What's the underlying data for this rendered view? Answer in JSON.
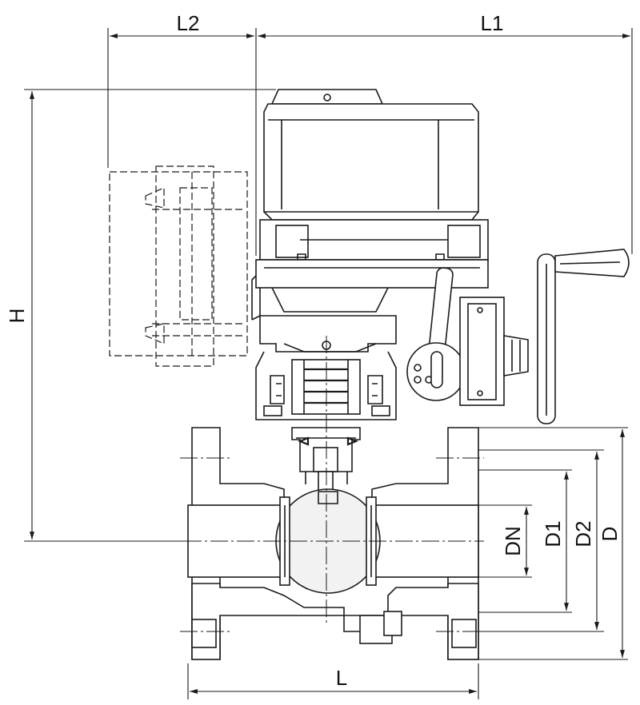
{
  "dimensions": {
    "L1": "L1",
    "L2": "L2",
    "H": "H",
    "L": "L",
    "DN": "DN",
    "D1": "D1",
    "D2": "D2",
    "D": "D"
  },
  "colors": {
    "line": "#1a1a1a",
    "background": "#ffffff"
  }
}
